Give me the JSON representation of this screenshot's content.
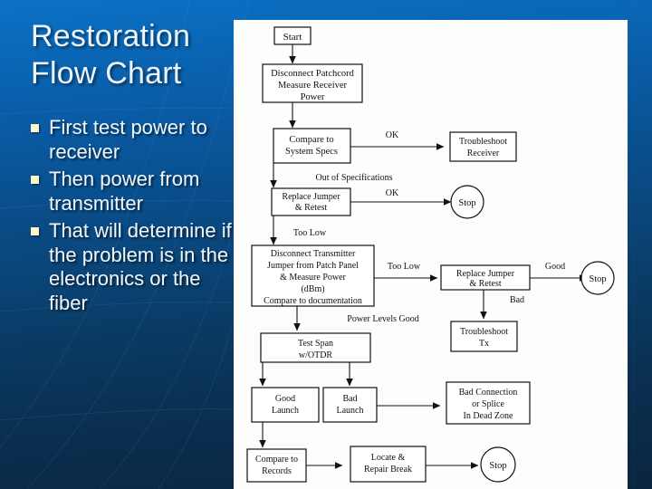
{
  "slide": {
    "title": "Restoration Flow Chart",
    "title_line1": "Restoration",
    "title_line2": "Flow Chart",
    "background_top_color": "#0c71c6",
    "background_bottom_color": "#0a2540",
    "bullet_color": "#fdf6c8",
    "panel_color": "#fdfdfb",
    "bullets": [
      "First test power to receiver",
      "Then power from transmitter",
      "That will determine if the problem is in the electronics or the fiber"
    ]
  },
  "flowchart": {
    "title": "Restoration Flow Chart",
    "nodes": [
      {
        "id": "start",
        "shape": "rect",
        "label": "Start"
      },
      {
        "id": "disconnect",
        "shape": "rect",
        "label": "Disconnect Patchcord\nMeasure Receiver\nPower",
        "lines": [
          "Disconnect Patchcord",
          "Measure Receiver",
          "Power"
        ]
      },
      {
        "id": "compare",
        "shape": "rect",
        "label": "Compare to System Specs",
        "lines": [
          "Compare to",
          "System Specs"
        ]
      },
      {
        "id": "tsrx",
        "shape": "rect",
        "label": "Troubleshoot Receiver",
        "lines": [
          "Troubleshoot",
          "Receiver"
        ]
      },
      {
        "id": "replace1",
        "shape": "rect",
        "label": "Replace Jumper & Retest",
        "lines": [
          "Replace Jumper",
          "& Retest"
        ]
      },
      {
        "id": "stop1",
        "shape": "circle",
        "label": "Stop"
      },
      {
        "id": "disctx",
        "shape": "rect",
        "label": "Disconnect Transmitter Jumper from Patch Panel & Measure Power (dBm) Compare to documentation",
        "lines": [
          "Disconnect Transmitter",
          "Jumper from Patch Panel",
          "& Measure Power",
          "(dBm)",
          "Compare to documentation"
        ]
      },
      {
        "id": "replace2",
        "shape": "rect",
        "label": "Replace Jumper & Retest",
        "lines": [
          "Replace Jumper",
          "& Retest"
        ]
      },
      {
        "id": "stop2",
        "shape": "circle",
        "label": "Stop"
      },
      {
        "id": "tstx",
        "shape": "rect",
        "label": "Troubleshoot Tx",
        "lines": [
          "Troubleshoot",
          "Tx"
        ]
      },
      {
        "id": "testspan",
        "shape": "rect",
        "label": "Test Span w/OTDR",
        "lines": [
          "Test Span",
          "w/OTDR"
        ]
      },
      {
        "id": "goodlaunch",
        "shape": "rect",
        "label": "Good Launch",
        "lines": [
          "Good",
          "Launch"
        ]
      },
      {
        "id": "badlaunch",
        "shape": "rect",
        "label": "Bad Launch",
        "lines": [
          "Bad",
          "Launch"
        ]
      },
      {
        "id": "badconn",
        "shape": "rect",
        "label": "Bad Connection or Splice In Dead Zone",
        "lines": [
          "Bad Connection",
          "or Splice",
          "In Dead Zone"
        ]
      },
      {
        "id": "comprec",
        "shape": "rect",
        "label": "Compare to Records",
        "lines": [
          "Compare to",
          "Records"
        ]
      },
      {
        "id": "locate",
        "shape": "rect",
        "label": "Locate & Repair Break",
        "lines": [
          "Locate &",
          "Repair Break"
        ]
      },
      {
        "id": "stop3",
        "shape": "circle",
        "label": "Stop"
      }
    ],
    "edge_labels": [
      {
        "id": "ok1",
        "text": "OK"
      },
      {
        "id": "outofspec",
        "text": "Out of Specifications"
      },
      {
        "id": "ok2",
        "text": "OK"
      },
      {
        "id": "toolow1",
        "text": "Too Low"
      },
      {
        "id": "toolow2",
        "text": "Too Low"
      },
      {
        "id": "good1",
        "text": "Good"
      },
      {
        "id": "bad1",
        "text": "Bad"
      },
      {
        "id": "plgood",
        "text": "Power Levels Good"
      }
    ]
  }
}
